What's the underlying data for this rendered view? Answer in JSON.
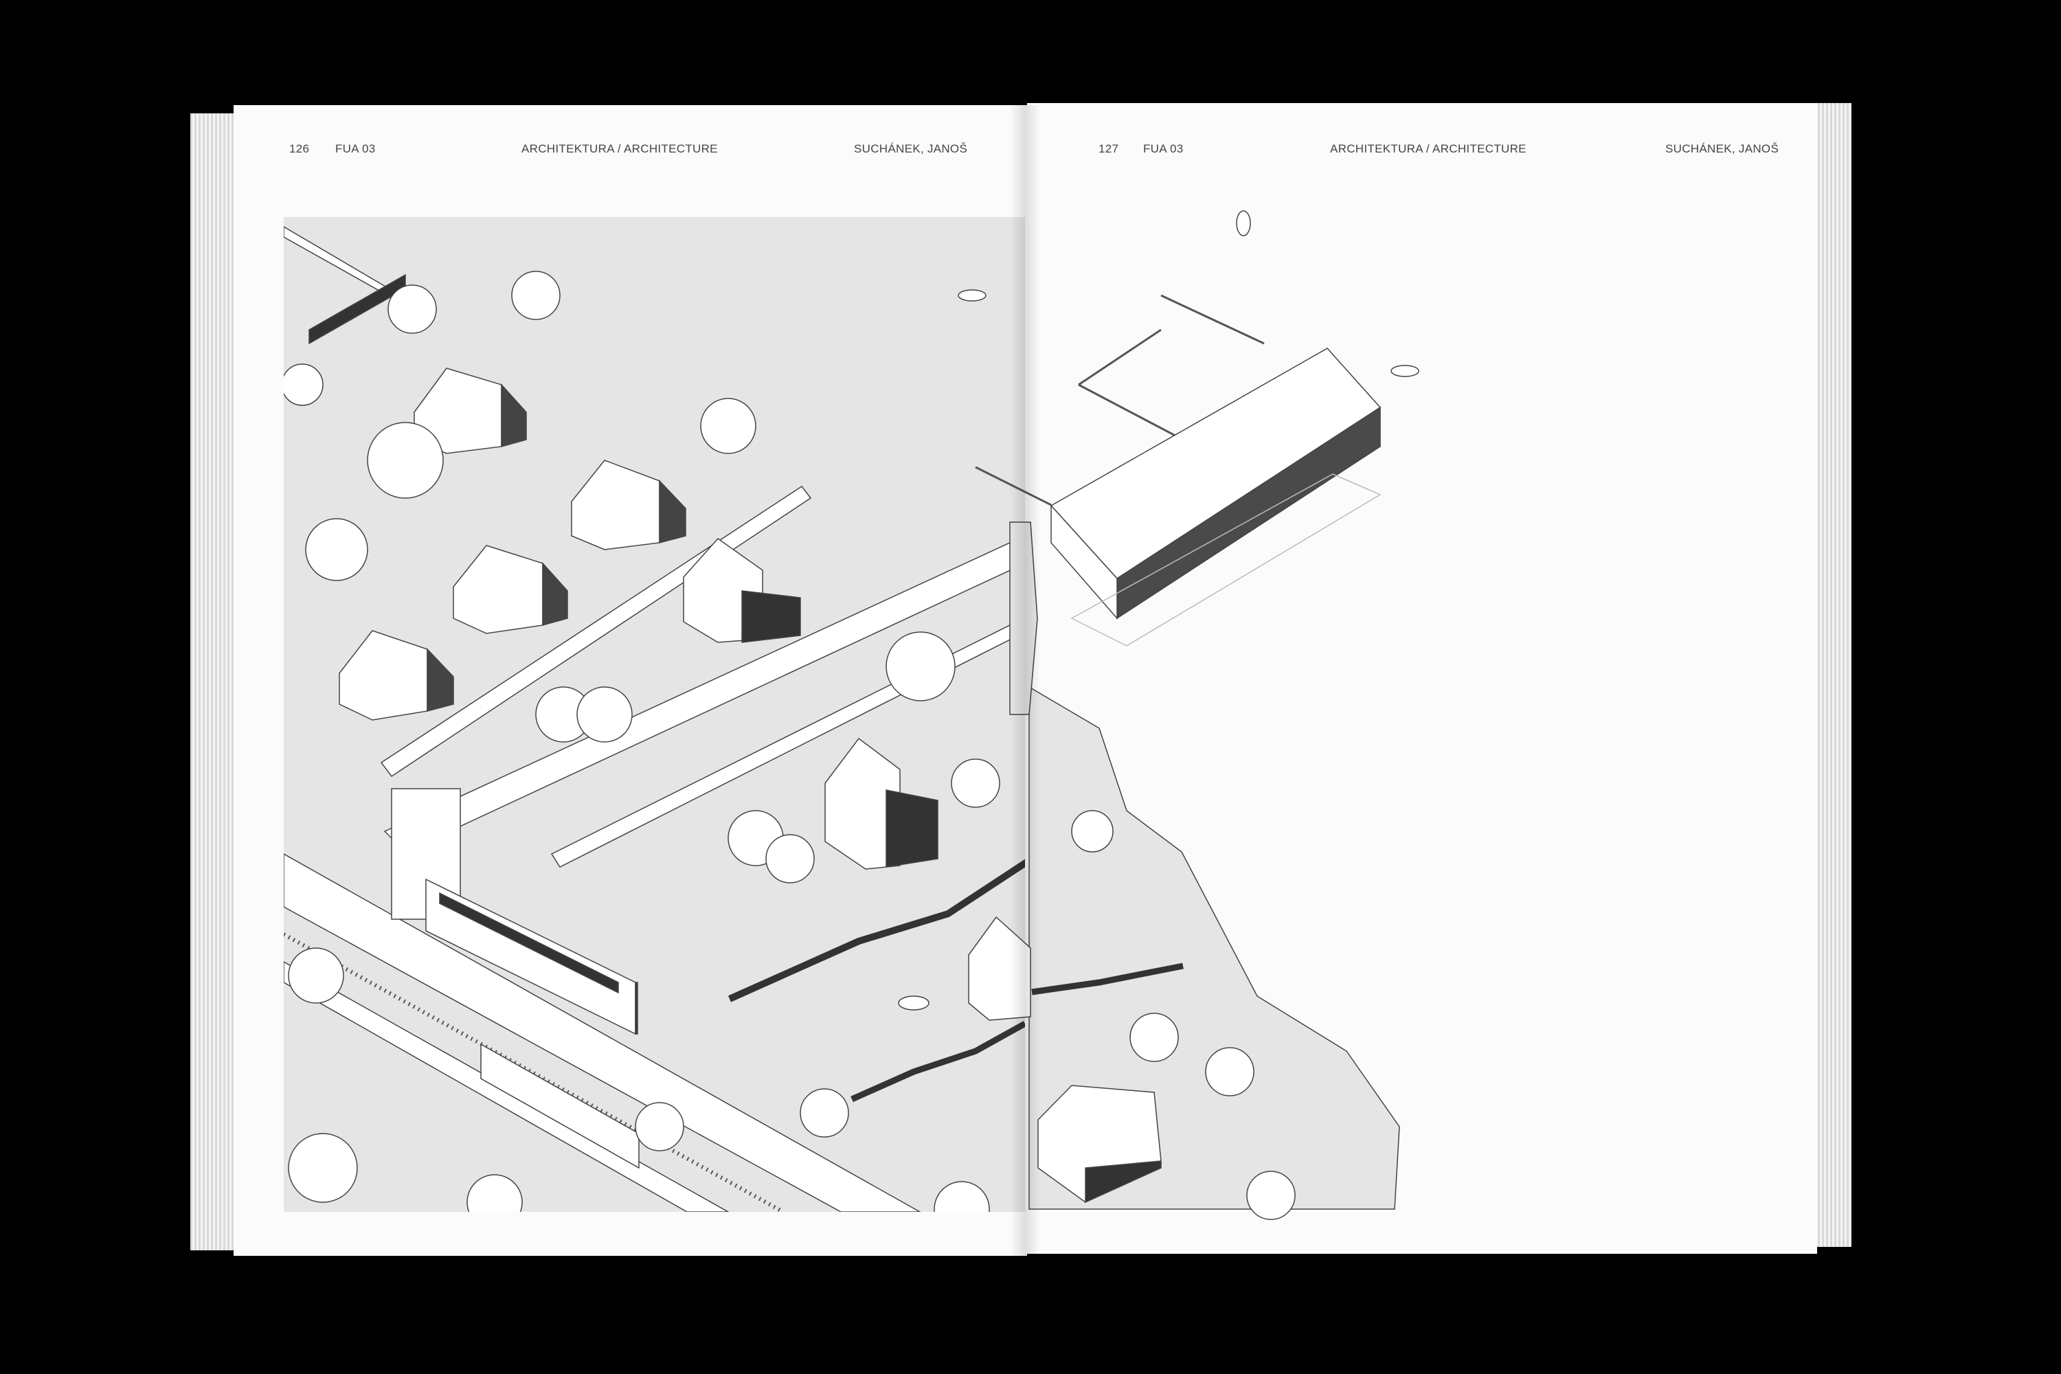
{
  "book": {
    "left_page": {
      "page_number": "126",
      "series": "FUA 03",
      "section": "ARCHITEKTURA / ARCHITECTURE",
      "authors": "SUCHÁNEK, JANOŠ"
    },
    "right_page": {
      "page_number": "127",
      "series": "FUA 03",
      "section": "ARCHITEKTURA / ARCHITECTURE",
      "authors": "SUCHÁNEK, JANOŠ"
    }
  },
  "colors": {
    "background": "#000000",
    "paper": "#fbfbfb",
    "ground": "#e4e4e4",
    "ink": "#333333"
  }
}
